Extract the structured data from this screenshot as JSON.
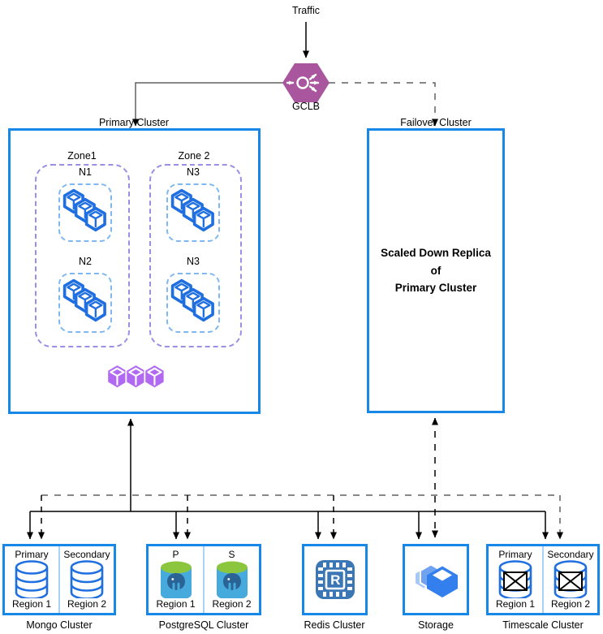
{
  "top": {
    "traffic_label": "Traffic",
    "gclb_label": "GCLB"
  },
  "primary_cluster": {
    "title": "Primary Cluster",
    "zones": [
      {
        "label": "Zone1",
        "nodes": [
          "N1",
          "N2"
        ]
      },
      {
        "label": "Zone 2",
        "nodes": [
          "N3",
          "N3"
        ]
      }
    ]
  },
  "failover_cluster": {
    "title": "Failover Cluster",
    "body": "Scaled Down Replica\nof\nPrimary Cluster"
  },
  "db_clusters": [
    {
      "name": "Mongo Cluster",
      "left_role": "Primary",
      "right_role": "Secondary",
      "left_region": "Region 1",
      "right_region": "Region 2"
    },
    {
      "name": "PostgreSQL Cluster",
      "left_role": "P",
      "right_role": "S",
      "left_region": "Region 1",
      "right_region": "Region 2"
    },
    {
      "name": "Redis Cluster"
    },
    {
      "name": "Storage"
    },
    {
      "name": "Timescale Cluster",
      "left_role": "Primary",
      "right_role": "Secondary",
      "left_region": "Region 1",
      "right_region": "Region 2"
    }
  ],
  "icons": {
    "gclb": "load-balancer-hexagon-icon",
    "node_workload": "container-cubes-icon",
    "pods": "pods-hexagon-icon",
    "mongo": "database-cylinder-icon",
    "postgres": "postgresql-elephant-cylinder-icon",
    "redis": "memorystore-chip-icon",
    "storage": "cloud-storage-boxes-icon",
    "timescale": "database-cylinder-crossed-icon"
  },
  "colors": {
    "cluster_border": "#1787e8",
    "zone_border": "#9a8fe2",
    "node_border": "#7fb8f0",
    "half_divider": "#aad2f5",
    "gclb_purple": "#a9569e",
    "pods_purple": "#b269f2",
    "cube_blue": "#1f6fe0",
    "storage_blue": "#337fed",
    "redis_blue": "#3b77b5",
    "postgres_body": "#46abdc",
    "postgres_top": "#8cc63e",
    "connector_gray": "#616161",
    "connector_black": "#000000"
  }
}
